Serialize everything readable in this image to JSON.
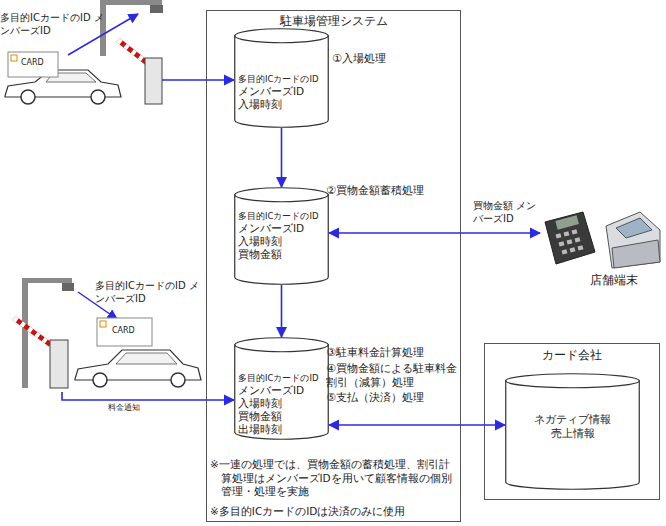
{
  "diagram": {
    "nodes": [
      {
        "text": [
          "駐車場管理システム"
        ]
      },
      {
        "text": [
          "多目的ICカードのID",
          "メンバーズID",
          "入場時刻",
          "①入場処理"
        ],
        "in": 0
      },
      {
        "text": [
          "多目的ICカードのID",
          "メンバーズID",
          "入場時刻",
          "買物金額",
          "②買物金額蓄積処理"
        ],
        "in": 0
      },
      {
        "text": [
          "多目的ICカードのID",
          "メンバーズID",
          "入場時刻",
          "買物金額",
          "出場時刻",
          "③駐車料金計算処理",
          "④買物金額による駐車料金割引（減算）処理",
          "⑤支払（決済）処理"
        ],
        "in": 0
      },
      {
        "text": [
          "店舗端末"
        ]
      },
      {
        "text": [
          "カード会社"
        ]
      },
      {
        "text": [
          "ネガティブ情報",
          "売上情報"
        ],
        "in": 5
      },
      {
        "text": [
          "多目的ICカードのID メンバーズID"
        ]
      },
      {
        "text": [
          "多目的ICカードのID メンバーズID"
        ]
      }
    ],
    "edges": [
      {
        "from": 7,
        "to": 1,
        "arrow": "to"
      },
      {
        "from": 1,
        "to": 2,
        "arrow": "to"
      },
      {
        "from": 2,
        "to": 3,
        "arrow": "to"
      },
      {
        "from": 2,
        "to": 4,
        "label": "買物金額 メンバーズID",
        "arrow": "both"
      },
      {
        "from": 8,
        "to": 3,
        "label": "料金通知",
        "arrow": "to"
      },
      {
        "from": 3,
        "to": 6,
        "arrow": "both"
      }
    ],
    "labels": [
      "CARD",
      "CARD",
      "※一連の処理では、買物金額の蓄積処理、割引計算処理はメンバーズIDを用いて顧客情報の個別管理・処理を実施",
      "※多目的ICカードのIDは決済のみに使用"
    ]
  }
}
